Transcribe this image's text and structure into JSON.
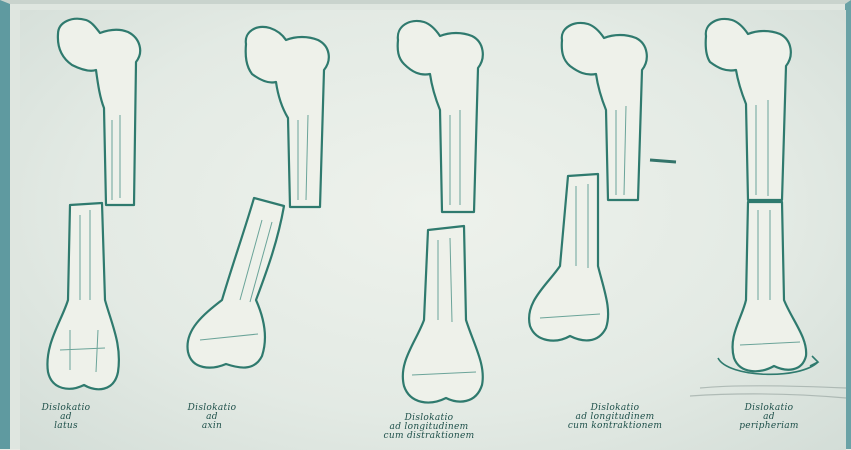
{
  "captions": [
    {
      "lines": [
        "Dislokatio",
        "ad",
        "latus"
      ]
    },
    {
      "lines": [
        "Dislokatio",
        "ad",
        "axin"
      ]
    },
    {
      "lines": [
        "Dislokatio",
        "ad longitudinem",
        "cum distraktionem"
      ]
    },
    {
      "lines": [
        "Dislokatio",
        "ad longitudinem",
        "cum kontraktionem"
      ]
    },
    {
      "lines": [
        "Dislokatio",
        "ad",
        "peripheriam"
      ]
    }
  ],
  "colors": {
    "ink": "#2f7a6e",
    "paper": "#e6ece6",
    "border": "#5f9aa0"
  }
}
